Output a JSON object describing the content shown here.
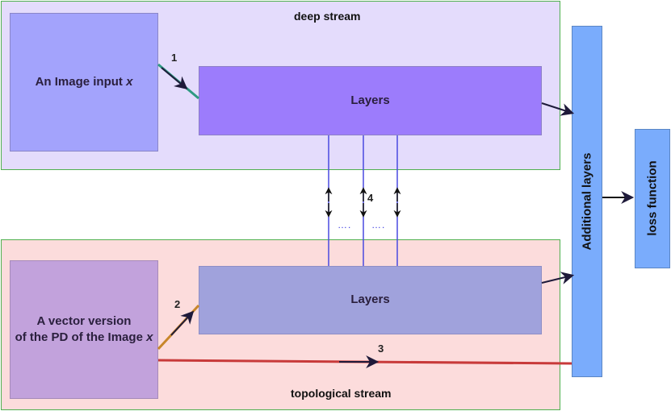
{
  "deep_stream": {
    "title": "deep stream",
    "input_label_prefix": "An Image input ",
    "input_label_var": "x",
    "layers_label": "Layers"
  },
  "topological_stream": {
    "title": "topological stream",
    "input_line1": "A vector version",
    "input_line2_prefix": "of the PD of the Image ",
    "input_line2_var": "x",
    "layers_label": "Layers"
  },
  "additional_layers_label": "Additional layers",
  "loss_function_label": "loss function",
  "arrow_labels": {
    "a1": "1",
    "a2": "2",
    "a3": "3",
    "a4": "4"
  },
  "ellipsis": "….",
  "colors": {
    "deep_panel": "#e4dcfc",
    "topo_panel": "#fcdcdc",
    "panel_border": "#4fb04f",
    "arrow_1": "#2e9a82",
    "arrow_2": "#c8862a",
    "arrow_3": "#c83a3a",
    "connector": "#4a4ae0"
  }
}
